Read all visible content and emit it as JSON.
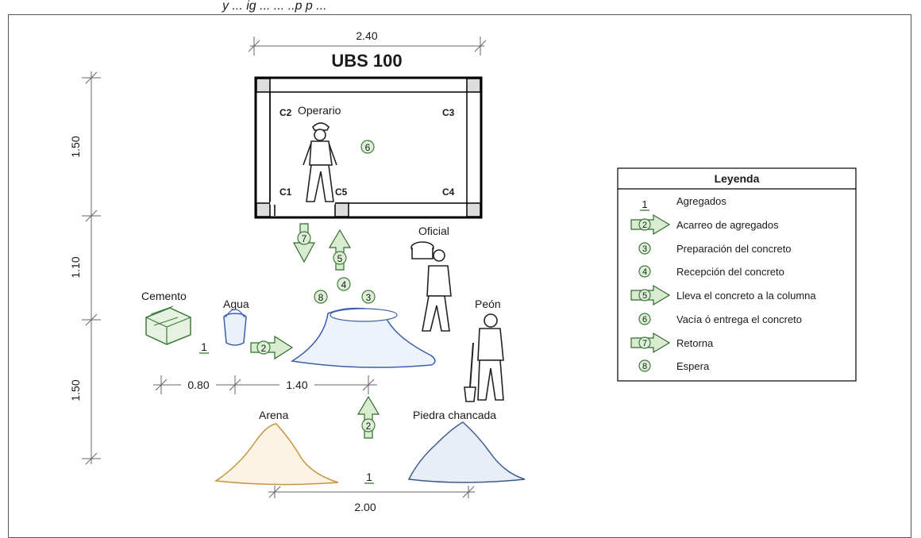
{
  "header": {
    "partial_title": "y ... ig ... ... ..p p ..."
  },
  "dimensions": {
    "width_top": "2.40",
    "height_top": "1.50",
    "height_mid": "1.10",
    "height_bottom": "1.50",
    "dist_cement_water": "0.80",
    "dist_water_mix": "1.40",
    "width_bottom": "2.00"
  },
  "plan": {
    "title": "UBS 100",
    "columns": {
      "c1": "C1",
      "c2": "C2",
      "c3": "C3",
      "c4": "C4",
      "c5": "C5"
    }
  },
  "workers": {
    "operario": "Operario",
    "oficial": "Oficial",
    "peon": "Peón"
  },
  "materials": {
    "cemento": "Cemento",
    "agua": "Agua",
    "arena": "Arena",
    "piedra": "Piedra chancada"
  },
  "markers": {
    "m1": "1",
    "m2": "2",
    "m3": "3",
    "m4": "4",
    "m5": "5",
    "m6": "6",
    "m7": "7",
    "m8": "8"
  },
  "legend": {
    "title": "Leyenda",
    "items": [
      {
        "symbol": "1",
        "label": "Agregados"
      },
      {
        "symbol": "2",
        "label": "Acarreo de agregados"
      },
      {
        "symbol": "3",
        "label": "Preparación del concreto"
      },
      {
        "symbol": "4",
        "label": "Recepción del concreto"
      },
      {
        "symbol": "5",
        "label": "Lleva el concreto a la columna"
      },
      {
        "symbol": "6",
        "label": "Vacía ó entrega el concreto"
      },
      {
        "symbol": "7",
        "label": "Retorna"
      },
      {
        "symbol": "8",
        "label": "Espera"
      }
    ]
  },
  "colors": {
    "sand": "#c8943c",
    "stone": "#3b5b8f",
    "mix": "#3b5fa8",
    "green": "#3b7d36"
  }
}
